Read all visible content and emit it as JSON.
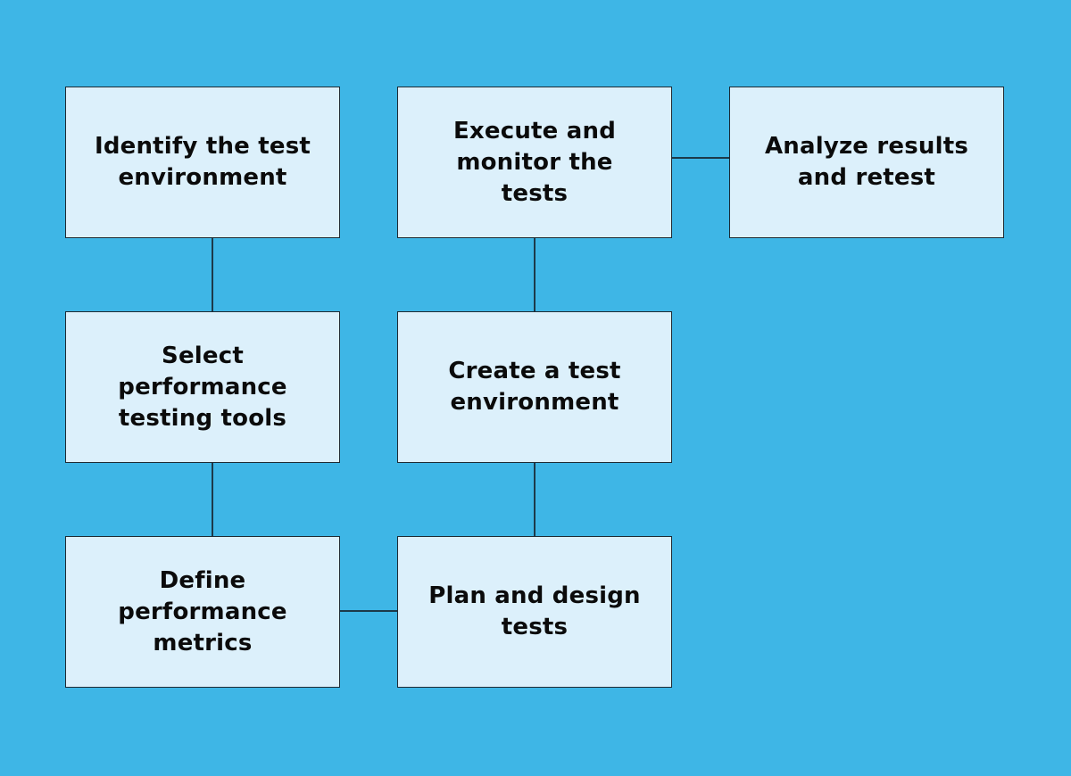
{
  "diagram": {
    "background_color": "#3EB6E6",
    "box_fill_color": "#DCF0FB",
    "line_color": "#1C3A4A",
    "steps": [
      {
        "id": "identify-environment",
        "label": "Identify the test environment"
      },
      {
        "id": "select-tools",
        "label": "Select performance testing tools"
      },
      {
        "id": "define-metrics",
        "label": "Define performance metrics"
      },
      {
        "id": "plan-design",
        "label": "Plan and design tests"
      },
      {
        "id": "create-environment",
        "label": "Create a test environment"
      },
      {
        "id": "execute-monitor",
        "label": "Execute and monitor the tests"
      },
      {
        "id": "analyze-retest",
        "label": "Analyze results and retest"
      }
    ],
    "connections": [
      [
        "identify-environment",
        "select-tools"
      ],
      [
        "select-tools",
        "define-metrics"
      ],
      [
        "define-metrics",
        "plan-design"
      ],
      [
        "plan-design",
        "create-environment"
      ],
      [
        "create-environment",
        "execute-monitor"
      ],
      [
        "execute-monitor",
        "analyze-retest"
      ]
    ]
  }
}
